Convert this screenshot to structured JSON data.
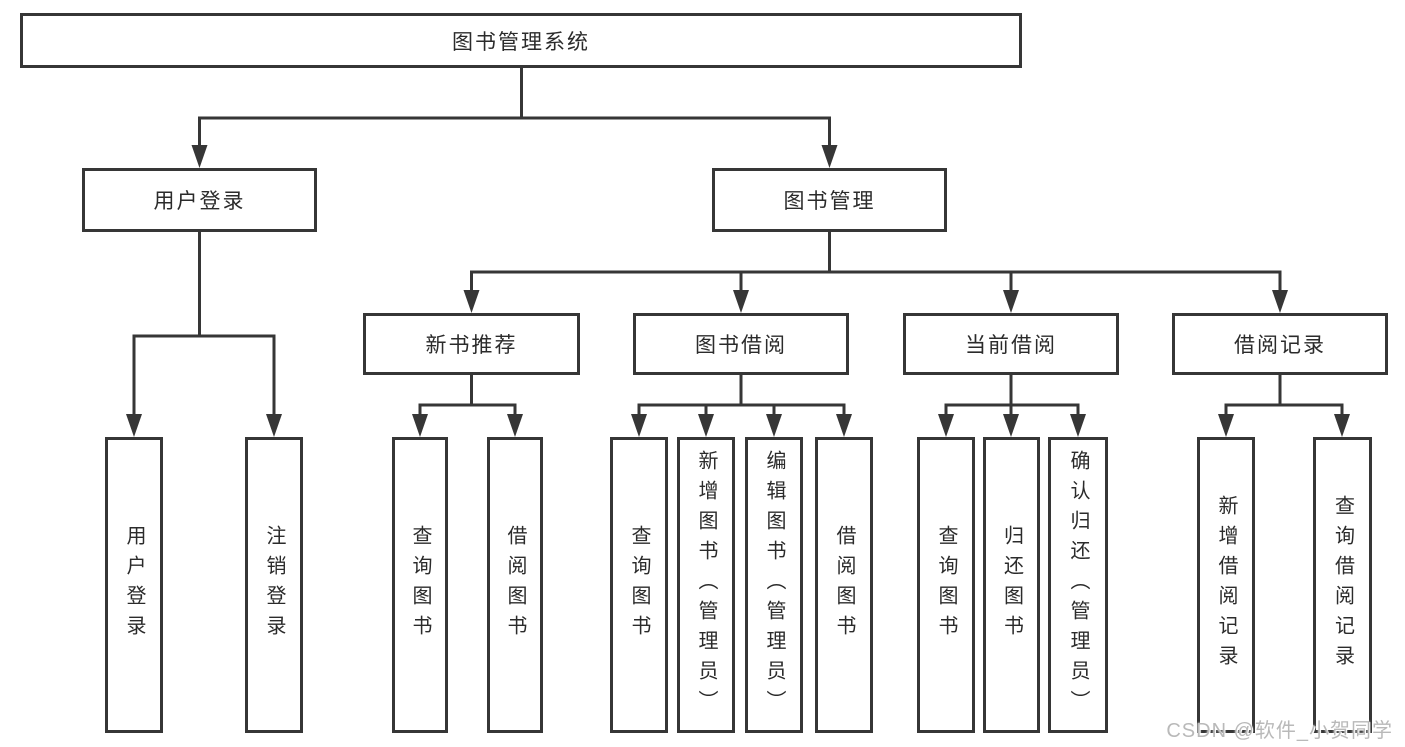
{
  "diagram_title": "图书管理系统",
  "tree": {
    "label": "图书管理系统",
    "children": [
      {
        "label": "用户登录",
        "children": [
          {
            "label": "用户登录"
          },
          {
            "label": "注销登录"
          }
        ]
      },
      {
        "label": "图书管理",
        "children": [
          {
            "label": "新书推荐",
            "children": [
              {
                "label": "查询图书"
              },
              {
                "label": "借阅图书"
              }
            ]
          },
          {
            "label": "图书借阅",
            "children": [
              {
                "label": "查询图书"
              },
              {
                "label": "新增图书（管理员）"
              },
              {
                "label": "编辑图书（管理员）"
              },
              {
                "label": "借阅图书"
              }
            ]
          },
          {
            "label": "当前借阅",
            "children": [
              {
                "label": "查询图书"
              },
              {
                "label": "归还图书"
              },
              {
                "label": "确认归还（管理员）"
              }
            ]
          },
          {
            "label": "借阅记录",
            "children": [
              {
                "label": "新增借阅记录"
              },
              {
                "label": "查询借阅记录"
              }
            ]
          }
        ]
      }
    ]
  },
  "watermark": {
    "text": "CSDN @软件_小贺同学"
  },
  "colors": {
    "line": "#363636",
    "text": "#2b2b2b",
    "background": "#ffffff",
    "watermark": "#b9b9b9"
  }
}
